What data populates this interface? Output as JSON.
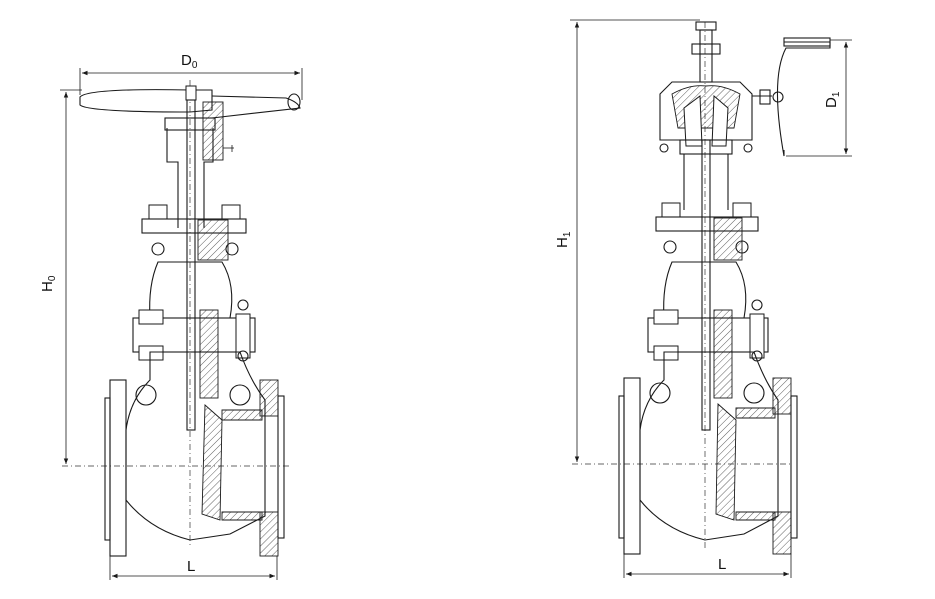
{
  "left_view": {
    "dim_width_main": "D",
    "dim_width_sub": "0",
    "dim_height_main": "H",
    "dim_height_sub": "0",
    "dim_length": "L"
  },
  "right_view": {
    "dim_gear_main": "D",
    "dim_gear_sub": "1",
    "dim_height_main": "H",
    "dim_height_sub": "1",
    "dim_length": "L"
  }
}
